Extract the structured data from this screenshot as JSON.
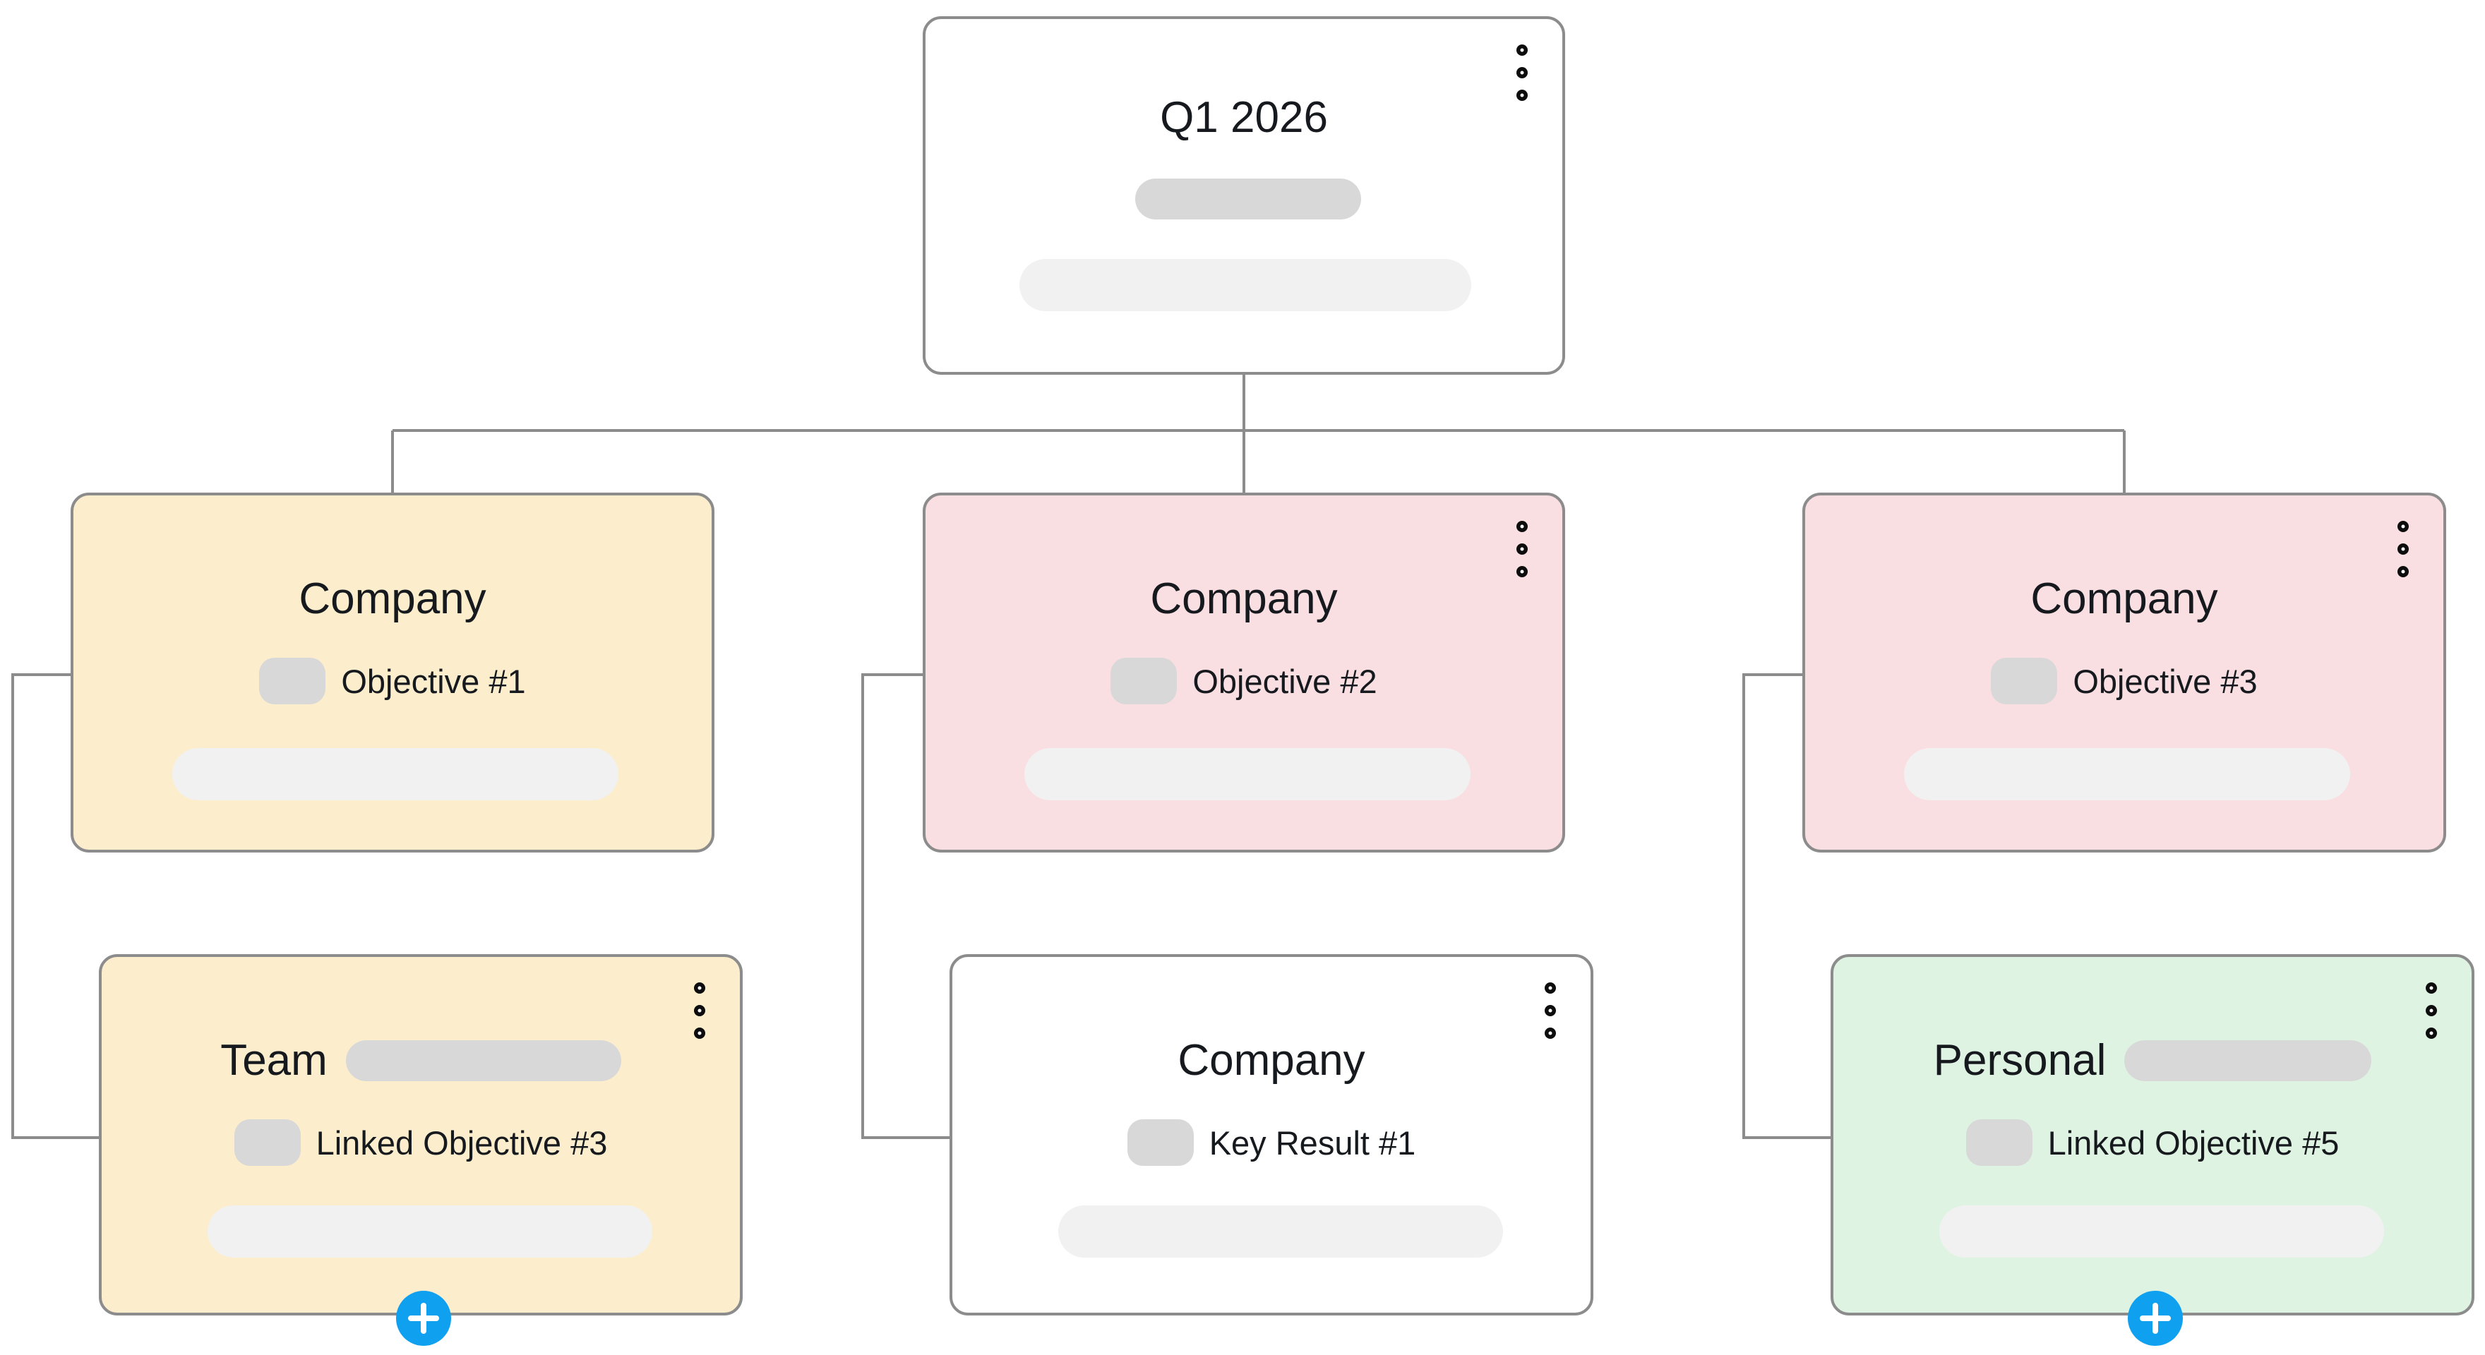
{
  "board": {
    "background_color": "#ffffff",
    "connector_color": "#8c8c8c",
    "accent_color": "#10a0f0",
    "tone_colors": {
      "yellow": "#fceecd",
      "pink": "#fadfe2",
      "green": "#dff3e2",
      "white": "#ffffff"
    }
  },
  "root": {
    "title": "Q1 2026",
    "menu_icon": "kebab-menu-icon",
    "has_menu": true
  },
  "objectives": [
    {
      "title": "Company",
      "subtitle": "Objective #1",
      "tone": "yellow",
      "has_menu": false,
      "has_title_pill": false
    },
    {
      "title": "Company",
      "subtitle": "Objective #2",
      "tone": "pink",
      "has_menu": true,
      "has_title_pill": false
    },
    {
      "title": "Company",
      "subtitle": "Objective #3",
      "tone": "pink",
      "has_menu": true,
      "has_title_pill": false
    }
  ],
  "children": [
    {
      "title": "Team",
      "subtitle": "Linked Objective #3",
      "tone": "yellow",
      "has_menu": true,
      "has_title_pill": true,
      "has_add_button": true,
      "add_icon": "plus-icon"
    },
    {
      "title": "Company",
      "subtitle": "Key Result #1",
      "tone": "white",
      "has_menu": true,
      "has_title_pill": false,
      "has_add_button": false,
      "add_icon": "plus-icon"
    },
    {
      "title": "Personal",
      "subtitle": "Linked Objective #5",
      "tone": "green",
      "has_menu": true,
      "has_title_pill": true,
      "has_add_button": true,
      "add_icon": "plus-icon"
    }
  ]
}
